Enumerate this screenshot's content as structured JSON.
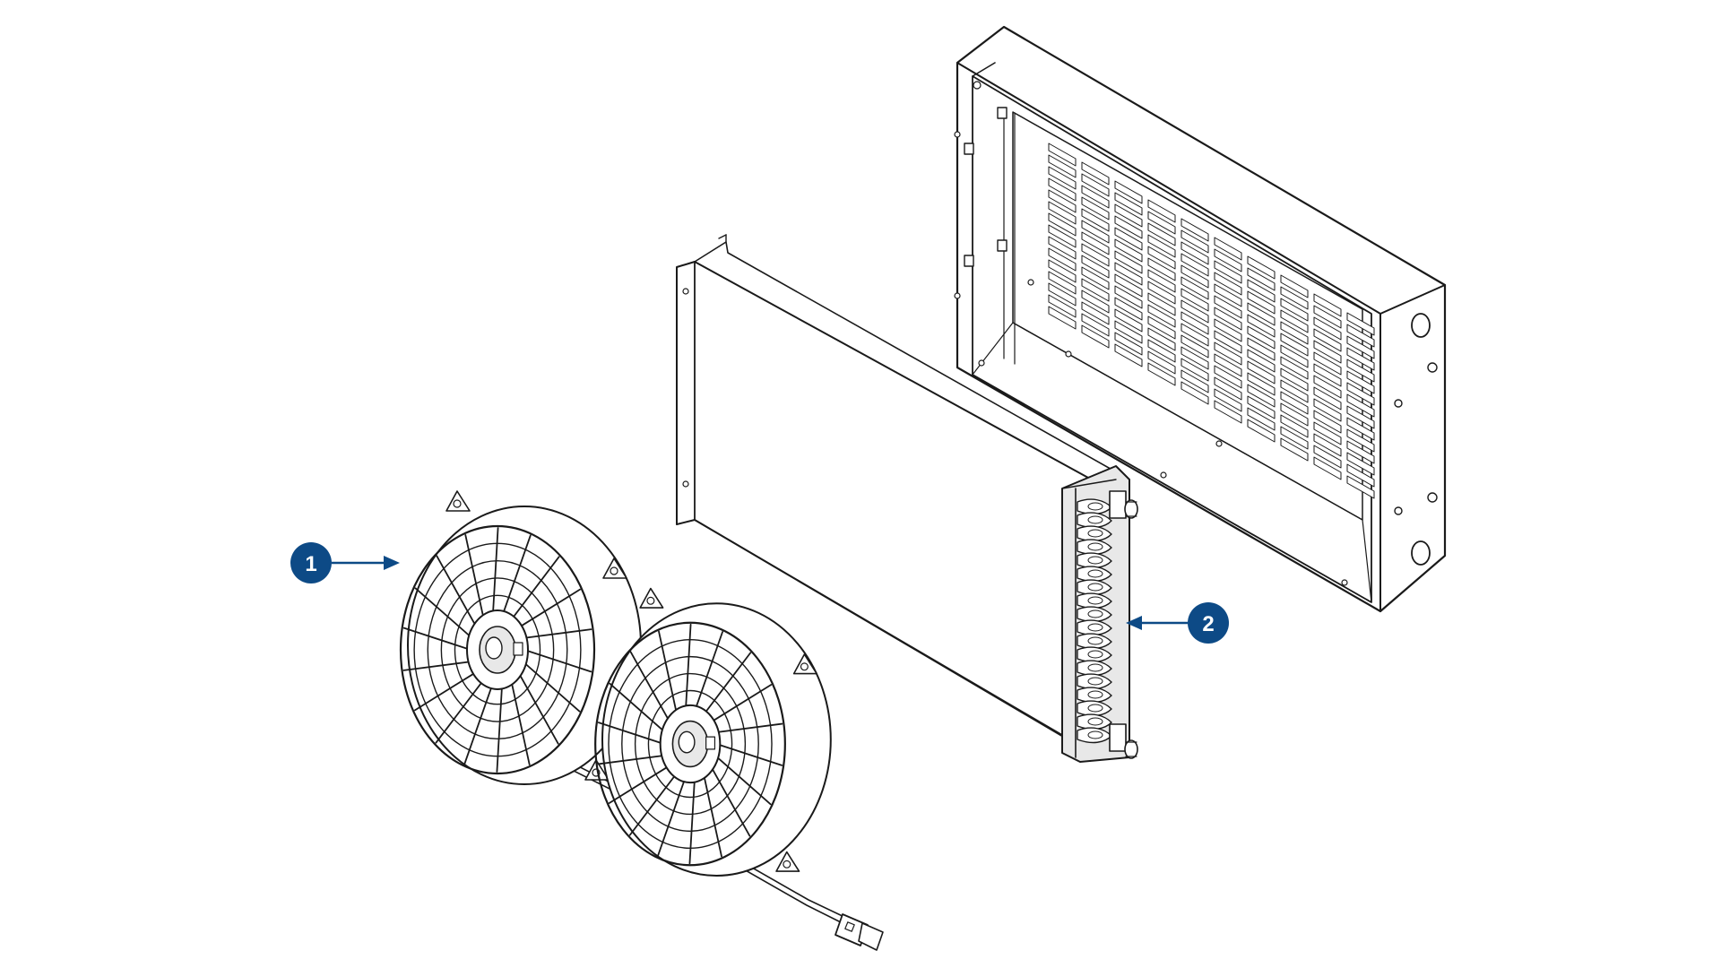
{
  "colors": {
    "line": "#1a1a1a",
    "callout": "#0d4a86",
    "background": "#ffffff"
  },
  "callouts": [
    {
      "label": "1",
      "target": "dual-cooling-fans"
    },
    {
      "label": "2",
      "target": "heat-exchanger-coil"
    }
  ]
}
